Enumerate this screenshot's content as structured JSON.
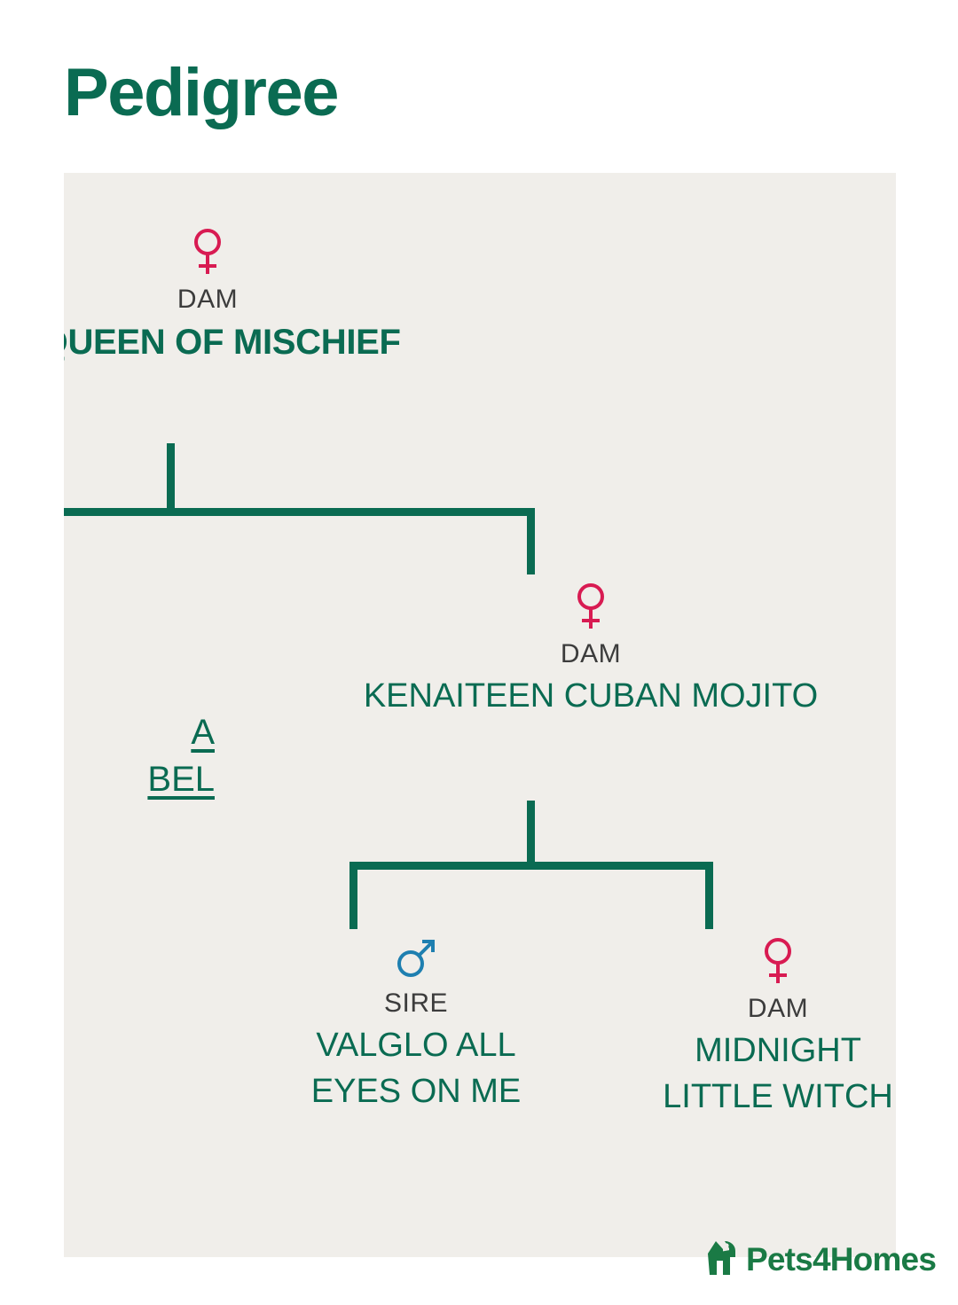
{
  "page": {
    "title": "Pedigree",
    "background_color": "#ffffff",
    "panel_color": "#f0eeea"
  },
  "colors": {
    "green": "#0a6b52",
    "female": "#d81b52",
    "male": "#1e7fb0",
    "label_gray": "#3c3c3c",
    "brand_green": "#1a7a45"
  },
  "clipped_link": {
    "line1": "A",
    "line2": "BEL",
    "note_clipped": true
  },
  "tree": {
    "generation1": {
      "dam": {
        "icon": "female-symbol",
        "role": "DAM",
        "name": "I QUEEN OF MISCHIEF",
        "clipped_left": true
      }
    },
    "generation2": {
      "dam": {
        "icon": "female-symbol",
        "role": "DAM",
        "name": "KENAITEEN CUBAN MOJITO"
      }
    },
    "generation3": {
      "sire": {
        "icon": "male-symbol",
        "role": "SIRE",
        "name_line1": "VALGLO ALL",
        "name_line2": "EYES ON ME"
      },
      "dam": {
        "icon": "female-symbol",
        "role": "DAM",
        "name_line1": "MIDNIGHT",
        "name_line2": "LITTLE WITCH"
      }
    }
  },
  "brand": {
    "name": "Pets4Homes",
    "icon": "pets4homes-house-icon"
  }
}
